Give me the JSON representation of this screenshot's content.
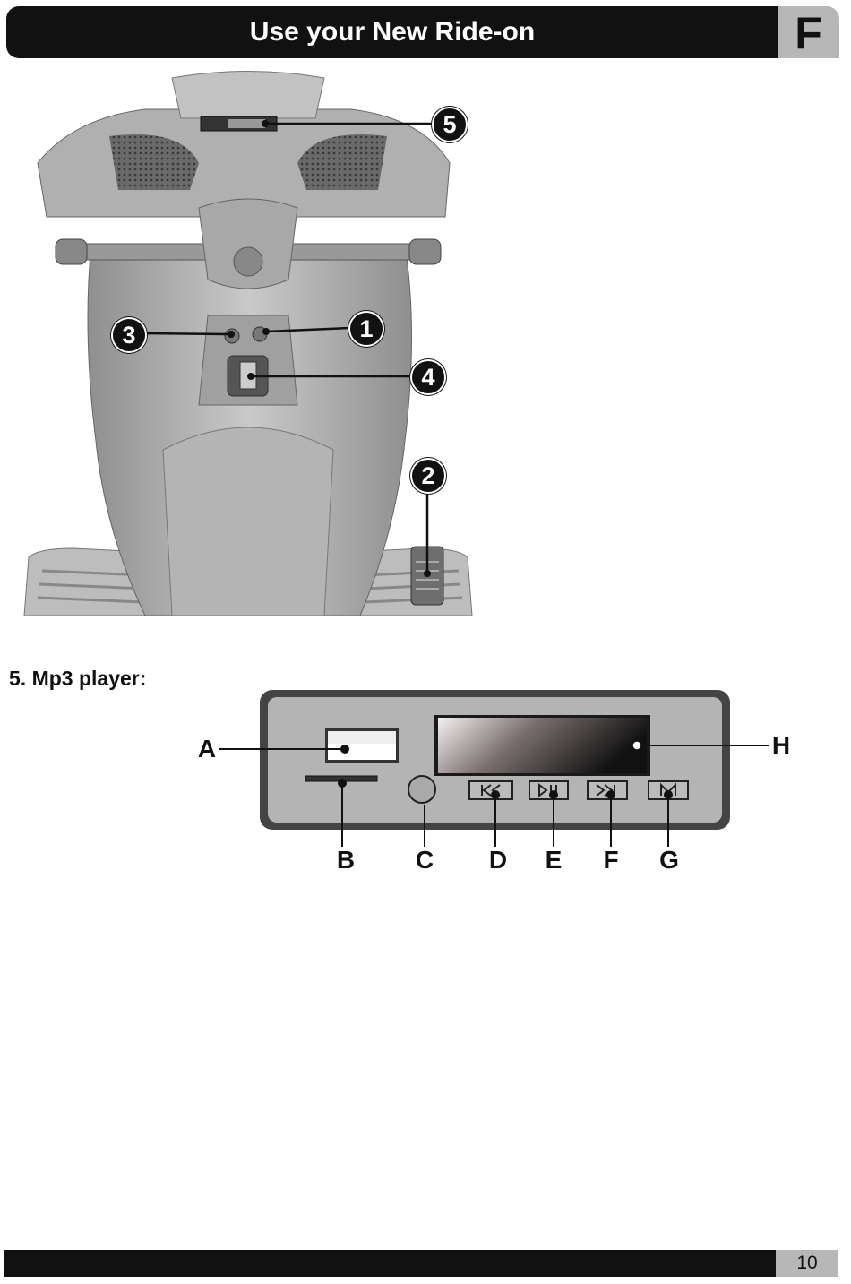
{
  "header": {
    "title": "Use your New Ride-on",
    "section_letter": "F"
  },
  "diagram": {
    "callouts": [
      "1",
      "2",
      "3",
      "4",
      "5"
    ]
  },
  "mp3_section": {
    "heading": "5. Mp3 player:",
    "labels": [
      "A",
      "B",
      "C",
      "D",
      "E",
      "F",
      "G",
      "H"
    ]
  },
  "footer": {
    "page_number": "10"
  }
}
